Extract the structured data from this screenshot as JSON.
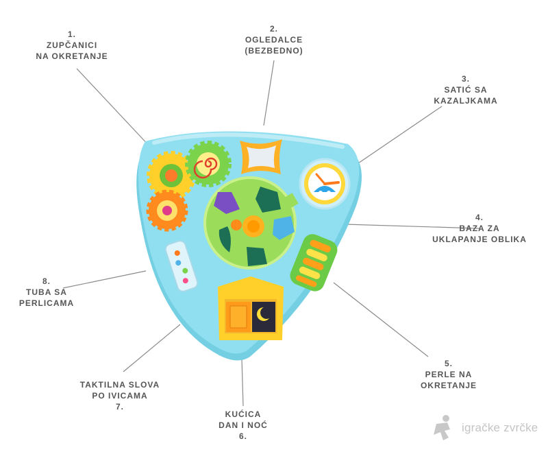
{
  "callouts": [
    {
      "num": "1.",
      "lines": [
        "ZUPČANICI",
        "NA OKRETANJE"
      ]
    },
    {
      "num": "2.",
      "lines": [
        "OGLEDALCE",
        "(BEZBEDNO)"
      ]
    },
    {
      "num": "3.",
      "lines": [
        "SATIĆ SA",
        "KAZALJKAMA"
      ]
    },
    {
      "num": "4.",
      "lines": [
        "BAZA ZA",
        "UKLAPANJE OBLIKA"
      ]
    },
    {
      "num": "5.",
      "lines": [
        "PERLE NA",
        "OKRETANJE"
      ]
    },
    {
      "num": "6.",
      "lines": [
        "KUĆICA",
        "DAN I NOĆ"
      ]
    },
    {
      "num": "7.",
      "lines": [
        "TAKTILNA SLOVA",
        "PO IVICAMA"
      ]
    },
    {
      "num": "8.",
      "lines": [
        "TUBA SA",
        "PERLICAMA"
      ]
    }
  ],
  "watermark": {
    "text": "igračke zvrčke",
    "icon": "runner-icon"
  },
  "colors": {
    "table_base": "#8fdff0",
    "table_rim": "#bdecf6",
    "leader_line": "#8a8a8a",
    "label_text": "#555555",
    "watermark": "#c4c4c4"
  }
}
